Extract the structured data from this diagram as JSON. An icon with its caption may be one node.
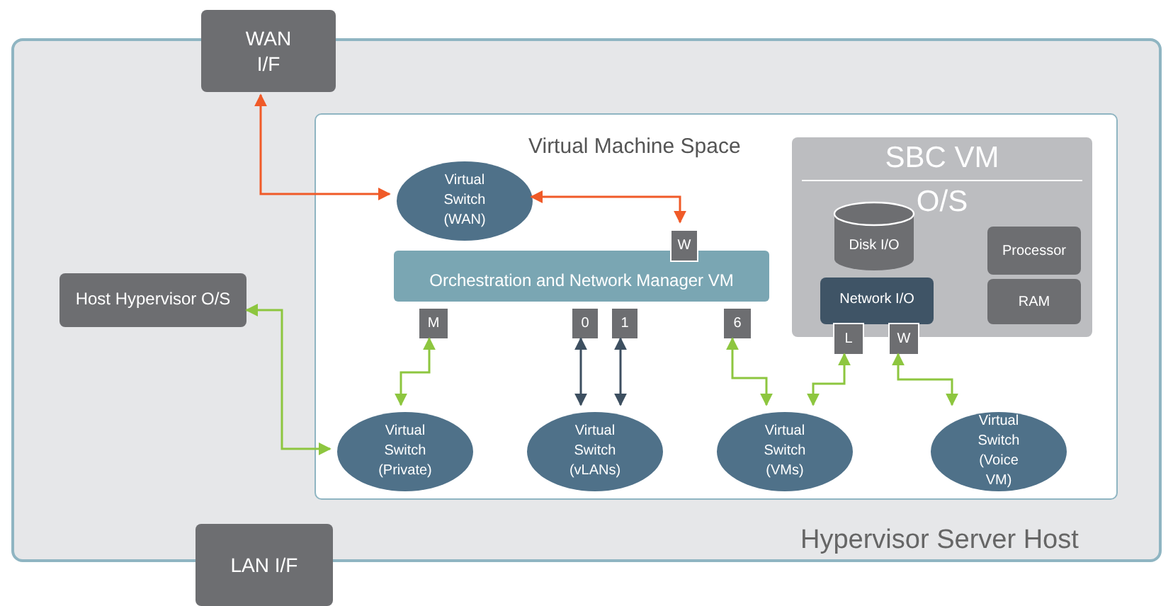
{
  "diagram": {
    "nodes": [
      {
        "text": [
          "Hypervisor Server Host"
        ]
      },
      {
        "text": [
          "WAN I/F"
        ]
      },
      {
        "text": [
          "Host Hypervisor O/S"
        ],
        "in": 0
      },
      {
        "text": [
          "LAN I/F"
        ]
      },
      {
        "text": [
          "Virtual Machine Space"
        ],
        "in": 0
      },
      {
        "text": [
          "Virtual Switch (WAN)"
        ],
        "in": 4
      },
      {
        "text": [
          "Orchestration and Network Manager VM"
        ],
        "in": 4
      },
      {
        "text": [
          "W"
        ],
        "in": 4
      },
      {
        "text": [
          "M"
        ],
        "in": 4
      },
      {
        "text": [
          "0"
        ],
        "in": 4
      },
      {
        "text": [
          "1"
        ],
        "in": 4
      },
      {
        "text": [
          "6"
        ],
        "in": 4
      },
      {
        "text": [
          "SBC VM",
          "O/S"
        ],
        "in": 4
      },
      {
        "text": [
          "Disk I/O"
        ],
        "in": 12
      },
      {
        "text": [
          "Processor"
        ],
        "in": 12
      },
      {
        "text": [
          "RAM"
        ],
        "in": 12
      },
      {
        "text": [
          "Network I/O"
        ],
        "in": 12
      },
      {
        "text": [
          "L"
        ],
        "in": 4
      },
      {
        "text": [
          "W"
        ],
        "in": 4
      },
      {
        "text": [
          "Virtual Switch (Private)"
        ],
        "in": 4
      },
      {
        "text": [
          "Virtual Switch (vLANs)"
        ],
        "in": 4
      },
      {
        "text": [
          "Virtual Switch (VMs)"
        ],
        "in": 4
      },
      {
        "text": [
          "Virtual Switch (Voice VM)"
        ],
        "in": 4
      }
    ],
    "edges": [
      {
        "from": 1,
        "to": 5,
        "arrow": "both",
        "color": "#f05a28"
      },
      {
        "from": 5,
        "to": 7,
        "arrow": "both",
        "color": "#f05a28"
      },
      {
        "from": 2,
        "to": 19,
        "arrow": "both"
      },
      {
        "from": 8,
        "to": 19,
        "arrow": "both"
      },
      {
        "from": 9,
        "to": 20,
        "arrow": "both",
        "color": "#3d4f60"
      },
      {
        "from": 10,
        "to": 20,
        "arrow": "both",
        "color": "#3d4f60"
      },
      {
        "from": 11,
        "to": 21,
        "arrow": "both"
      },
      {
        "from": 17,
        "to": 21,
        "arrow": "both"
      },
      {
        "from": 18,
        "to": 22,
        "arrow": "both"
      }
    ]
  }
}
